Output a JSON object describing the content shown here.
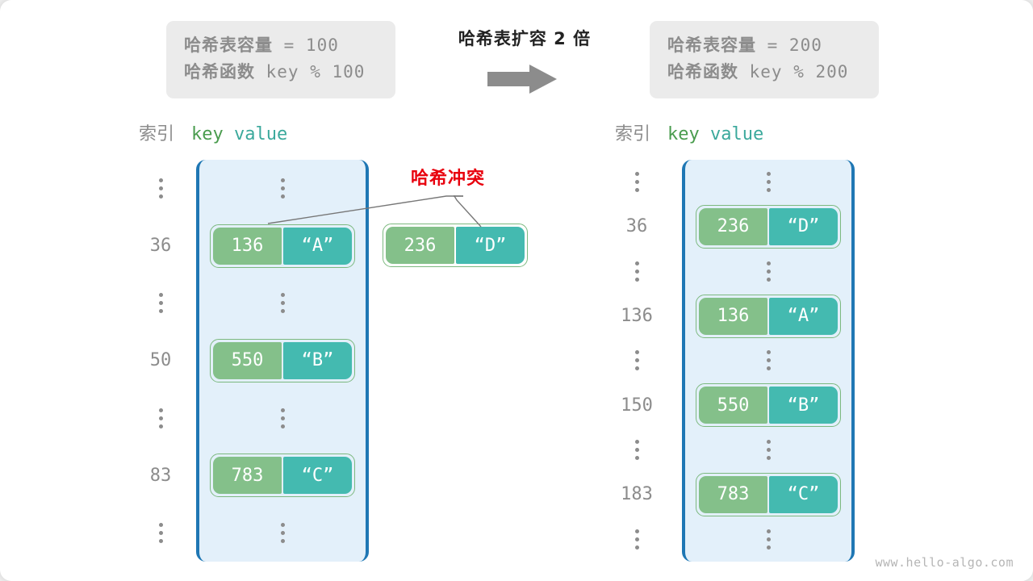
{
  "before": {
    "capacity_line": "哈希表容量 = 100",
    "capacity_cjk": "哈希表容量",
    "capacity_mono": " = 100",
    "hashfn_cjk": "哈希函数",
    "hashfn_mono": " key % 100"
  },
  "after": {
    "capacity_cjk": "哈希表容量",
    "capacity_mono": " = 200",
    "hashfn_cjk": "哈希函数",
    "hashfn_mono": " key % 200"
  },
  "caption": "哈希表扩容 2 倍",
  "arrow_icon": "right-arrow-icon",
  "headers": {
    "index": "索引",
    "key": "key",
    "value": "value"
  },
  "collision": {
    "label": "哈希冲突",
    "color": "#e8000d"
  },
  "ellipsis": "⋮",
  "colors": {
    "array_fill": "#e3f0fa",
    "array_border": "#1f77b4",
    "key_cell": "#84c08a",
    "value_cell": "#44bab0",
    "pair_border": "#7cb97f",
    "index_text": "#8c8c8c",
    "key_header": "#4a9c4e",
    "value_header": "#3ba99c",
    "info_box": "#ebebeb",
    "arrow": "#8c8c8c"
  },
  "left_table": {
    "rows": [
      {
        "type": "ellipsis",
        "index": "",
        "key": "",
        "value": ""
      },
      {
        "type": "entry",
        "index": "36",
        "key": "136",
        "value": "“A”"
      },
      {
        "type": "ellipsis",
        "index": "",
        "key": "",
        "value": ""
      },
      {
        "type": "entry",
        "index": "50",
        "key": "550",
        "value": "“B”"
      },
      {
        "type": "ellipsis",
        "index": "",
        "key": "",
        "value": ""
      },
      {
        "type": "entry",
        "index": "83",
        "key": "783",
        "value": "“C”"
      },
      {
        "type": "ellipsis",
        "index": "",
        "key": "",
        "value": ""
      }
    ]
  },
  "floating_pair": {
    "key": "236",
    "value": "“D”"
  },
  "right_table": {
    "rows": [
      {
        "type": "ellipsis",
        "index": "",
        "key": "",
        "value": ""
      },
      {
        "type": "entry",
        "index": "36",
        "key": "236",
        "value": "“D”"
      },
      {
        "type": "ellipsis",
        "index": "",
        "key": "",
        "value": ""
      },
      {
        "type": "entry",
        "index": "136",
        "key": "136",
        "value": "“A”"
      },
      {
        "type": "ellipsis",
        "index": "",
        "key": "",
        "value": ""
      },
      {
        "type": "entry",
        "index": "150",
        "key": "550",
        "value": "“B”"
      },
      {
        "type": "ellipsis",
        "index": "",
        "key": "",
        "value": ""
      },
      {
        "type": "entry",
        "index": "183",
        "key": "783",
        "value": "“C”"
      },
      {
        "type": "ellipsis",
        "index": "",
        "key": "",
        "value": ""
      }
    ]
  },
  "watermark": "www.hello-algo.com"
}
